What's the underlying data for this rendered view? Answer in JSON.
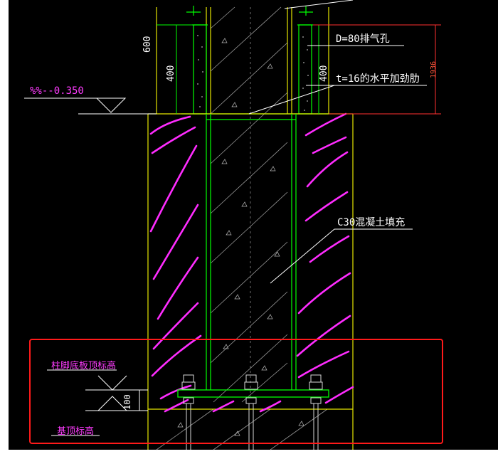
{
  "drawing": {
    "colors": {
      "background": "#000000",
      "outline": "#e6e600",
      "column_wall": "#00ff00",
      "concrete": "#b4b4b4",
      "hatch": "#ff2cff",
      "dimension": "#ff2020",
      "text": "#ffffff",
      "highlight_box": "#ff1a1a"
    },
    "labels": {
      "vent_hole": "D=80排气孔",
      "stiffener": "t=16的水平加劲肋",
      "concrete_fill": "C30混凝土填充",
      "elevation": "%%--0.350",
      "column_base_top": "柱脚底板顶标高",
      "foundation_top": "基顶标高"
    },
    "dims": {
      "d600": "600",
      "d400_left": "400",
      "d400_right": "400",
      "d1936": "1936",
      "d100": "100"
    }
  }
}
